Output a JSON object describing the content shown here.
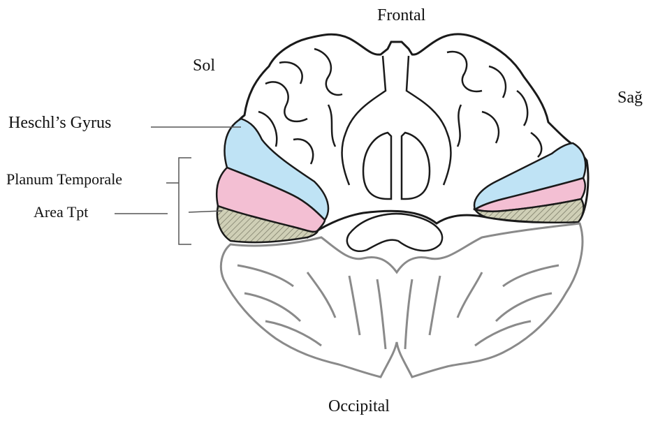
{
  "labels": {
    "frontal": "Frontal",
    "left": "Sol",
    "right": "Sağ",
    "heschl": "Heschl’s Gyrus",
    "planum": "Planum Temporale",
    "tpt": "Area Tpt",
    "occipital": "Occipital"
  },
  "colors": {
    "heschl": "#bfe3f5",
    "planum": "#f3bfd3",
    "tpt": "#c9c9b0",
    "outline": "#1a1a1a",
    "cerebellum_outline": "#8a8a8a"
  }
}
